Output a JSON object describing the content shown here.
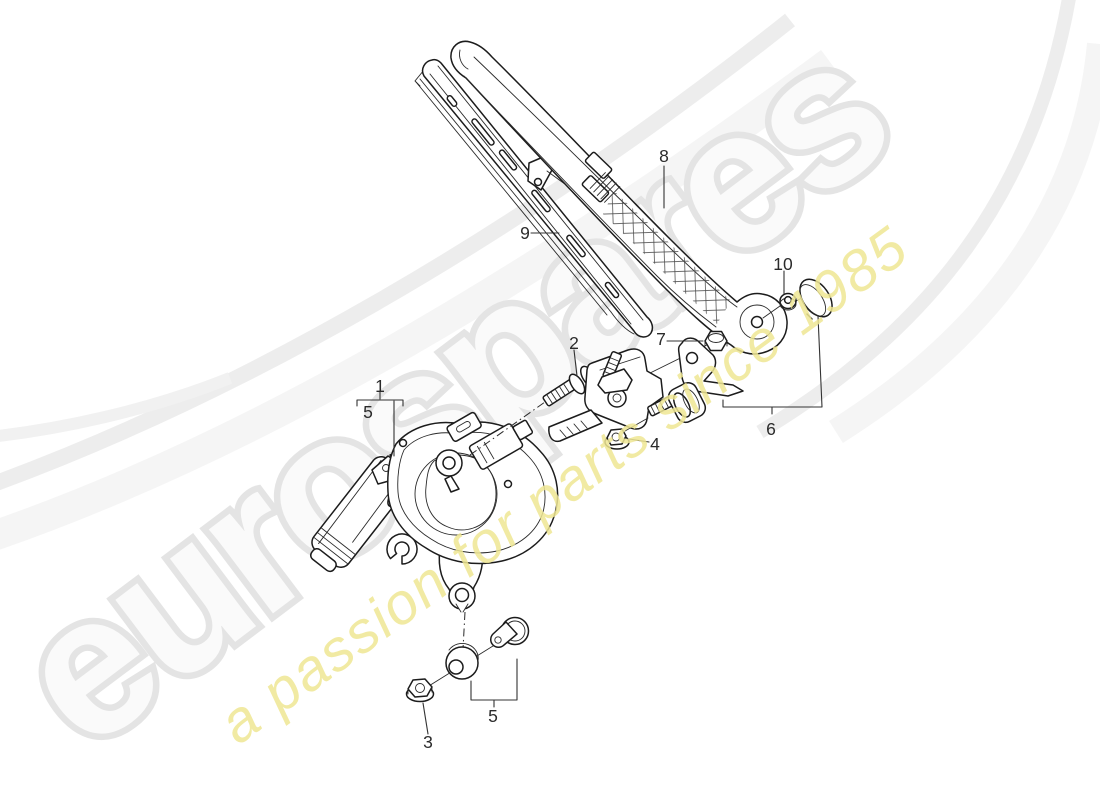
{
  "watermark": {
    "brand": "eurospares",
    "tagline": "a passion for parts since 1985"
  },
  "callouts": [
    {
      "id": "1",
      "label": "1"
    },
    {
      "id": "2",
      "label": "2"
    },
    {
      "id": "3",
      "label": "3"
    },
    {
      "id": "4",
      "label": "4"
    },
    {
      "id": "5-motor",
      "label": "5"
    },
    {
      "id": "5-mounts",
      "label": "5"
    },
    {
      "id": "6",
      "label": "6"
    },
    {
      "id": "7",
      "label": "7"
    },
    {
      "id": "8",
      "label": "8"
    },
    {
      "id": "9",
      "label": "9"
    },
    {
      "id": "10",
      "label": "10"
    }
  ],
  "colors": {
    "background": "#ffffff",
    "line": "#1c1c1c",
    "label": "#2b2b2b",
    "brand_outline": "#e4e4e4",
    "brand_fill": "#fafafa",
    "tagline": "#efe794",
    "swoosh": "#ededed"
  }
}
